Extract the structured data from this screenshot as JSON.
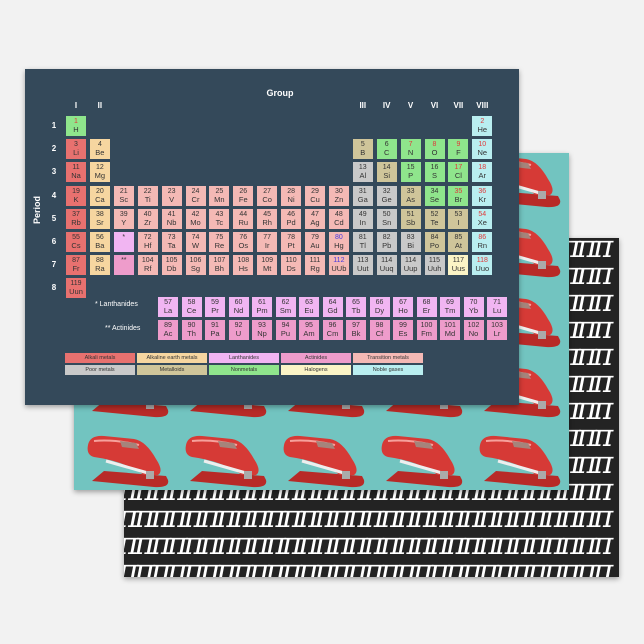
{
  "pi_sheet": {
    "pattern_glyph": "π",
    "background": "#232323"
  },
  "stapler_sheet": {
    "background": "#72c4c0",
    "stapler_color": "#d63a36"
  },
  "table": {
    "title": "Group",
    "period_label": "Period",
    "groups": {
      "1": "I",
      "2": "II",
      "13": "III",
      "14": "IV",
      "15": "V",
      "16": "VI",
      "17": "VII",
      "18": "VIII"
    },
    "periods": [
      "1",
      "2",
      "3",
      "4",
      "5",
      "6",
      "7",
      "8"
    ],
    "lanthanides_label": "* Lanthanides",
    "actinides_label": "** Actinides",
    "placeholders": [
      {
        "text": "*",
        "period": 6,
        "group": 3,
        "cat": "lan"
      },
      {
        "text": "**",
        "period": 7,
        "group": 3,
        "cat": "act"
      }
    ],
    "colors": {
      "alk": "#e8716f",
      "ae": "#f6d6a0",
      "tr": "#f4b9b5",
      "lan": "#f1b5f2",
      "act": "#ee9ccb",
      "poor": "#c9c9c9",
      "mtd": "#cfc59a",
      "non": "#8fe58c",
      "hal": "#fbf4c6",
      "nob": "#b9eef0"
    },
    "number_colors": {
      "k": "#333333",
      "r": "#e03a3a",
      "b": "#4a3adf"
    },
    "elements": [
      [
        "1",
        "H",
        1,
        1,
        "non",
        "r"
      ],
      [
        "2",
        "He",
        1,
        18,
        "nob",
        "r"
      ],
      [
        "3",
        "Li",
        2,
        1,
        "alk",
        "k"
      ],
      [
        "4",
        "Be",
        2,
        2,
        "ae",
        "k"
      ],
      [
        "5",
        "B",
        2,
        13,
        "mtd",
        "k"
      ],
      [
        "6",
        "C",
        2,
        14,
        "non",
        "k"
      ],
      [
        "7",
        "N",
        2,
        15,
        "non",
        "r"
      ],
      [
        "8",
        "O",
        2,
        16,
        "non",
        "r"
      ],
      [
        "9",
        "F",
        2,
        17,
        "non",
        "r"
      ],
      [
        "10",
        "Ne",
        2,
        18,
        "nob",
        "r"
      ],
      [
        "11",
        "Na",
        3,
        1,
        "alk",
        "k"
      ],
      [
        "12",
        "Mg",
        3,
        2,
        "ae",
        "k"
      ],
      [
        "13",
        "Al",
        3,
        13,
        "poor",
        "k"
      ],
      [
        "14",
        "Si",
        3,
        14,
        "mtd",
        "k"
      ],
      [
        "15",
        "P",
        3,
        15,
        "non",
        "k"
      ],
      [
        "16",
        "S",
        3,
        16,
        "non",
        "k"
      ],
      [
        "17",
        "Cl",
        3,
        17,
        "non",
        "r"
      ],
      [
        "18",
        "Ar",
        3,
        18,
        "nob",
        "r"
      ],
      [
        "19",
        "K",
        4,
        1,
        "alk",
        "k"
      ],
      [
        "20",
        "Ca",
        4,
        2,
        "ae",
        "k"
      ],
      [
        "21",
        "Sc",
        4,
        3,
        "tr",
        "k"
      ],
      [
        "22",
        "Ti",
        4,
        4,
        "tr",
        "k"
      ],
      [
        "23",
        "V",
        4,
        5,
        "tr",
        "k"
      ],
      [
        "24",
        "Cr",
        4,
        6,
        "tr",
        "k"
      ],
      [
        "25",
        "Mn",
        4,
        7,
        "tr",
        "k"
      ],
      [
        "26",
        "Fe",
        4,
        8,
        "tr",
        "k"
      ],
      [
        "27",
        "Co",
        4,
        9,
        "tr",
        "k"
      ],
      [
        "28",
        "Ni",
        4,
        10,
        "tr",
        "k"
      ],
      [
        "29",
        "Cu",
        4,
        11,
        "tr",
        "k"
      ],
      [
        "30",
        "Zn",
        4,
        12,
        "tr",
        "k"
      ],
      [
        "31",
        "Ga",
        4,
        13,
        "poor",
        "k"
      ],
      [
        "32",
        "Ge",
        4,
        14,
        "poor",
        "k"
      ],
      [
        "33",
        "As",
        4,
        15,
        "mtd",
        "k"
      ],
      [
        "34",
        "Se",
        4,
        16,
        "non",
        "k"
      ],
      [
        "35",
        "Br",
        4,
        17,
        "non",
        "r"
      ],
      [
        "36",
        "Kr",
        4,
        18,
        "nob",
        "r"
      ],
      [
        "37",
        "Rb",
        5,
        1,
        "alk",
        "k"
      ],
      [
        "38",
        "Sr",
        5,
        2,
        "ae",
        "k"
      ],
      [
        "39",
        "Y",
        5,
        3,
        "tr",
        "k"
      ],
      [
        "40",
        "Zr",
        5,
        4,
        "tr",
        "k"
      ],
      [
        "41",
        "Nb",
        5,
        5,
        "tr",
        "k"
      ],
      [
        "42",
        "Mo",
        5,
        6,
        "tr",
        "k"
      ],
      [
        "43",
        "Tc",
        5,
        7,
        "tr",
        "k"
      ],
      [
        "44",
        "Ru",
        5,
        8,
        "tr",
        "k"
      ],
      [
        "45",
        "Rh",
        5,
        9,
        "tr",
        "k"
      ],
      [
        "46",
        "Pd",
        5,
        10,
        "tr",
        "k"
      ],
      [
        "47",
        "Ag",
        5,
        11,
        "tr",
        "k"
      ],
      [
        "48",
        "Cd",
        5,
        12,
        "tr",
        "k"
      ],
      [
        "49",
        "In",
        5,
        13,
        "poor",
        "k"
      ],
      [
        "50",
        "Sn",
        5,
        14,
        "poor",
        "k"
      ],
      [
        "51",
        "Sb",
        5,
        15,
        "mtd",
        "k"
      ],
      [
        "52",
        "Te",
        5,
        16,
        "mtd",
        "k"
      ],
      [
        "53",
        "I",
        5,
        17,
        "mtd",
        "k"
      ],
      [
        "54",
        "Xe",
        5,
        18,
        "nob",
        "r"
      ],
      [
        "55",
        "Cs",
        6,
        1,
        "alk",
        "k"
      ],
      [
        "56",
        "Ba",
        6,
        2,
        "ae",
        "k"
      ],
      [
        "72",
        "Hf",
        6,
        4,
        "tr",
        "k"
      ],
      [
        "73",
        "Ta",
        6,
        5,
        "tr",
        "k"
      ],
      [
        "74",
        "W",
        6,
        6,
        "tr",
        "k"
      ],
      [
        "75",
        "Re",
        6,
        7,
        "tr",
        "k"
      ],
      [
        "76",
        "Os",
        6,
        8,
        "tr",
        "k"
      ],
      [
        "77",
        "Ir",
        6,
        9,
        "tr",
        "k"
      ],
      [
        "78",
        "Pt",
        6,
        10,
        "tr",
        "k"
      ],
      [
        "79",
        "Au",
        6,
        11,
        "tr",
        "k"
      ],
      [
        "80",
        "Hg",
        6,
        12,
        "tr",
        "b"
      ],
      [
        "81",
        "Tl",
        6,
        13,
        "poor",
        "k"
      ],
      [
        "82",
        "Pb",
        6,
        14,
        "poor",
        "k"
      ],
      [
        "83",
        "Bi",
        6,
        15,
        "poor",
        "k"
      ],
      [
        "84",
        "Po",
        6,
        16,
        "mtd",
        "k"
      ],
      [
        "85",
        "At",
        6,
        17,
        "mtd",
        "k"
      ],
      [
        "86",
        "Rn",
        6,
        18,
        "nob",
        "r"
      ],
      [
        "87",
        "Fr",
        7,
        1,
        "alk",
        "k"
      ],
      [
        "88",
        "Ra",
        7,
        2,
        "ae",
        "k"
      ],
      [
        "104",
        "Rf",
        7,
        4,
        "tr",
        "k"
      ],
      [
        "105",
        "Db",
        7,
        5,
        "tr",
        "k"
      ],
      [
        "106",
        "Sg",
        7,
        6,
        "tr",
        "k"
      ],
      [
        "107",
        "Bh",
        7,
        7,
        "tr",
        "k"
      ],
      [
        "108",
        "Hs",
        7,
        8,
        "tr",
        "k"
      ],
      [
        "109",
        "Mt",
        7,
        9,
        "tr",
        "k"
      ],
      [
        "110",
        "Ds",
        7,
        10,
        "tr",
        "k"
      ],
      [
        "111",
        "Rg",
        7,
        11,
        "tr",
        "k"
      ],
      [
        "112",
        "UUb",
        7,
        12,
        "tr",
        "b"
      ],
      [
        "113",
        "Uut",
        7,
        13,
        "poor",
        "k"
      ],
      [
        "114",
        "Uuq",
        7,
        14,
        "poor",
        "k"
      ],
      [
        "114",
        "Uup",
        7,
        15,
        "poor",
        "k"
      ],
      [
        "115",
        "Uuh",
        7,
        16,
        "poor",
        "k"
      ],
      [
        "117",
        "Uus",
        7,
        17,
        "hal",
        "k"
      ],
      [
        "118",
        "Uuo",
        7,
        18,
        "nob",
        "r"
      ],
      [
        "119",
        "Uun",
        8,
        1,
        "alk",
        "k"
      ]
    ],
    "lanthanides": [
      [
        "57",
        "La"
      ],
      [
        "58",
        "Ce"
      ],
      [
        "59",
        "Pr"
      ],
      [
        "60",
        "Nd"
      ],
      [
        "61",
        "Pm"
      ],
      [
        "62",
        "Sm"
      ],
      [
        "63",
        "Eu"
      ],
      [
        "64",
        "Gd"
      ],
      [
        "65",
        "Tb"
      ],
      [
        "66",
        "Dy"
      ],
      [
        "67",
        "Ho"
      ],
      [
        "68",
        "Er"
      ],
      [
        "69",
        "Tm"
      ],
      [
        "70",
        "Yb"
      ],
      [
        "71",
        "Lu"
      ]
    ],
    "actinides": [
      [
        "89",
        "Ac"
      ],
      [
        "90",
        "Th"
      ],
      [
        "91",
        "Pa"
      ],
      [
        "92",
        "U"
      ],
      [
        "93",
        "Np"
      ],
      [
        "94",
        "Pu"
      ],
      [
        "95",
        "Am"
      ],
      [
        "96",
        "Cm"
      ],
      [
        "97",
        "Bk"
      ],
      [
        "98",
        "Cf"
      ],
      [
        "99",
        "Es"
      ],
      [
        "100",
        "Fm"
      ],
      [
        "101",
        "Md"
      ],
      [
        "102",
        "No"
      ],
      [
        "103",
        "Lr"
      ]
    ],
    "legend": [
      [
        [
          "Alkali metals",
          "alk"
        ],
        [
          "Alkaline earth metals",
          "ae"
        ],
        [
          "Lanthanides",
          "lan"
        ],
        [
          "Actinides",
          "act"
        ],
        [
          "Transition metals",
          "tr"
        ]
      ],
      [
        [
          "Poor metals",
          "poor"
        ],
        [
          "Metalloids",
          "mtd"
        ],
        [
          "Nonmetals",
          "non"
        ],
        [
          "Halogens",
          "hal"
        ],
        [
          "Noble gases",
          "nob"
        ]
      ]
    ]
  }
}
